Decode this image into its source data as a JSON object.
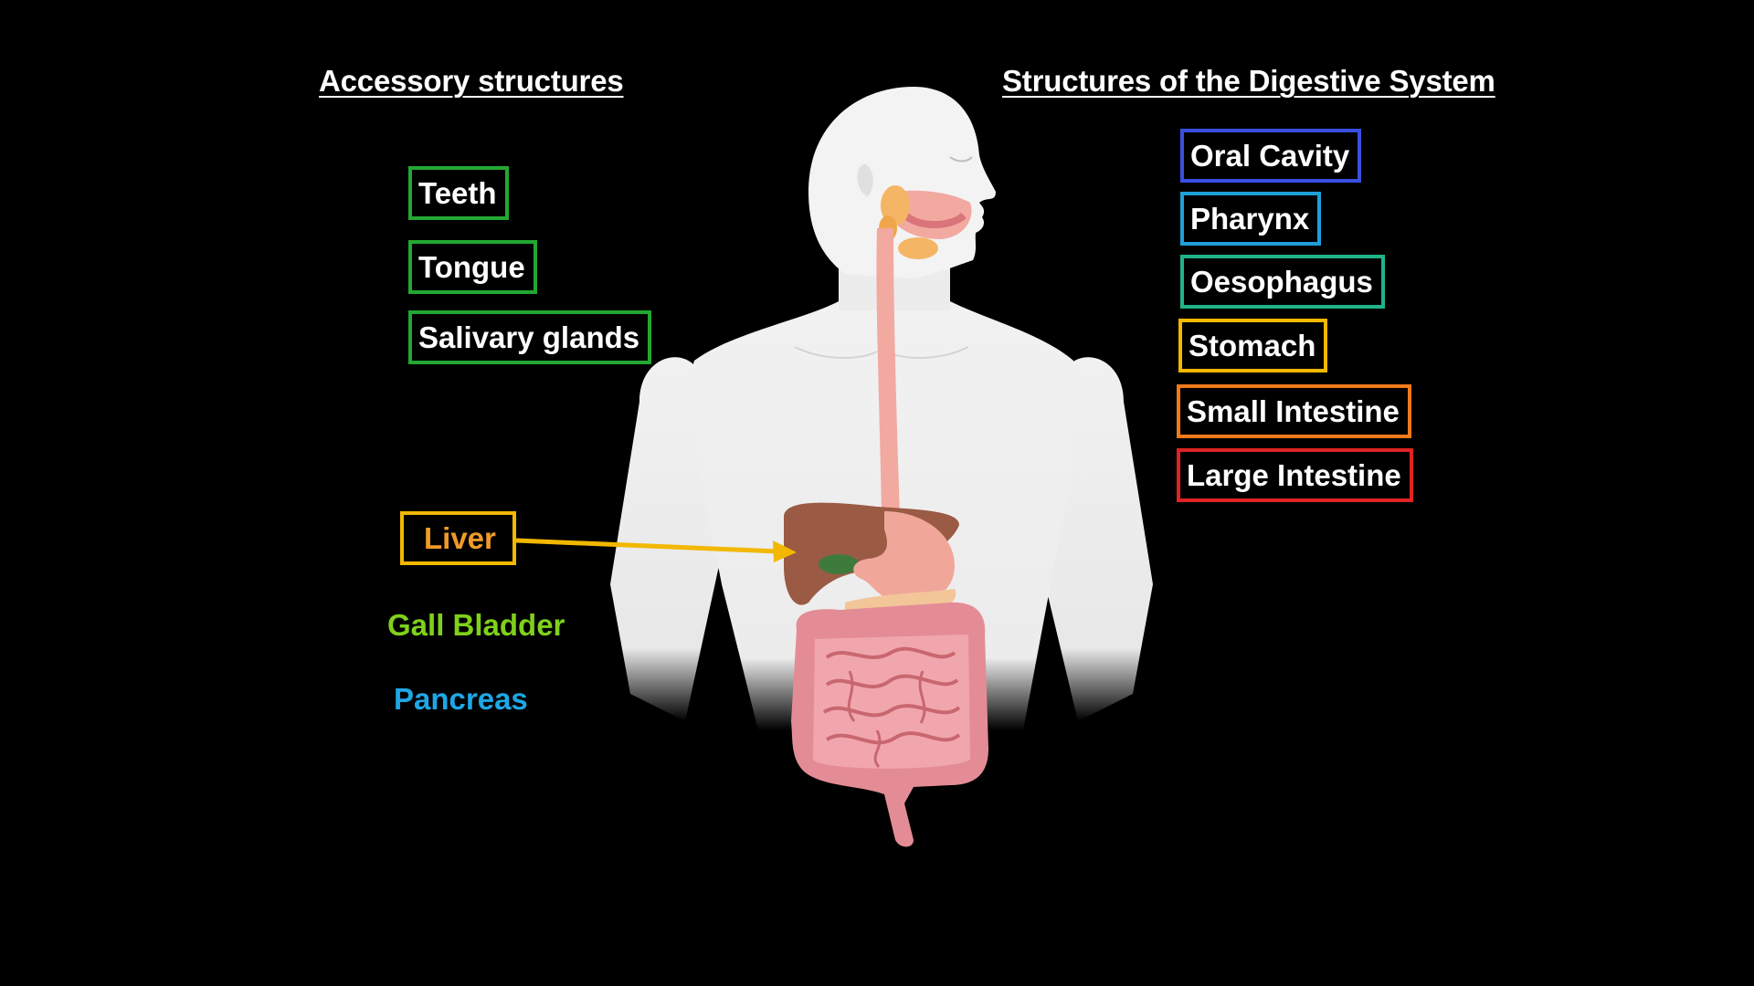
{
  "colors": {
    "background": "#000000",
    "accessory_border": "#22a832",
    "oral_cavity": "#3a4fe0",
    "pharynx": "#1e9fd8",
    "oesophagus": "#20b38a",
    "stomach": "#f2b800",
    "small_intestine": "#f07a1a",
    "large_intestine": "#e02222",
    "liver": "#f2b800",
    "liver_text": "#f09a2a",
    "gall_bladder": "#7fd11a",
    "pancreas": "#1ea7e6",
    "arrow": "#f2b800"
  },
  "accessory": {
    "heading": "Accessory structures",
    "items": [
      {
        "label": "Teeth"
      },
      {
        "label": "Tongue"
      },
      {
        "label": "Salivary glands"
      }
    ],
    "liver": "Liver",
    "gall_bladder": "Gall Bladder",
    "pancreas": "Pancreas"
  },
  "digestive": {
    "heading": "Structures of the Digestive System",
    "items": [
      {
        "label": "Oral Cavity"
      },
      {
        "label": "Pharynx"
      },
      {
        "label": "Oesophagus"
      },
      {
        "label": "Stomach"
      },
      {
        "label": "Small Intestine"
      },
      {
        "label": "Large Intestine"
      }
    ]
  }
}
